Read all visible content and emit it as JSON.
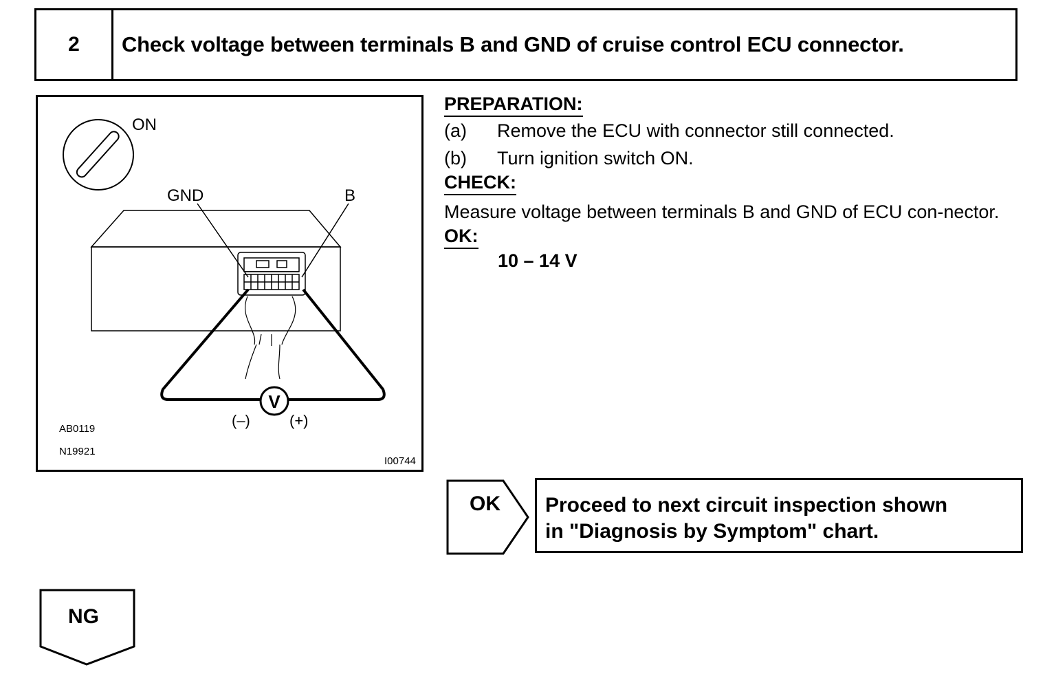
{
  "step": {
    "number": "2",
    "title": "Check voltage between terminals B and GND of cruise control ECU connector."
  },
  "illustration": {
    "switch_label": "ON",
    "gnd_label": "GND",
    "b_label": "B",
    "voltmeter_label": "V",
    "negative_label": "(–)",
    "positive_label": "(+)",
    "code_1": "AB0119",
    "code_2": "N19921",
    "code_3": "I00744"
  },
  "instructions": {
    "preparation_heading": "PREPARATION:",
    "steps": [
      {
        "letter": "(a)",
        "text": "Remove the ECU with connector still connected."
      },
      {
        "letter": "(b)",
        "text": "Turn ignition switch ON."
      }
    ],
    "check_heading": "CHECK:",
    "check_text": "Measure voltage between terminals B and GND of ECU con-nector.",
    "ok_heading": "OK:",
    "ok_value": "10 – 14 V"
  },
  "results": {
    "ok_label": "OK",
    "ok_text_line1": "Proceed to next circuit inspection shown",
    "ok_text_line2": "in \"Diagnosis by Symptom\" chart.",
    "ng_label": "NG"
  }
}
